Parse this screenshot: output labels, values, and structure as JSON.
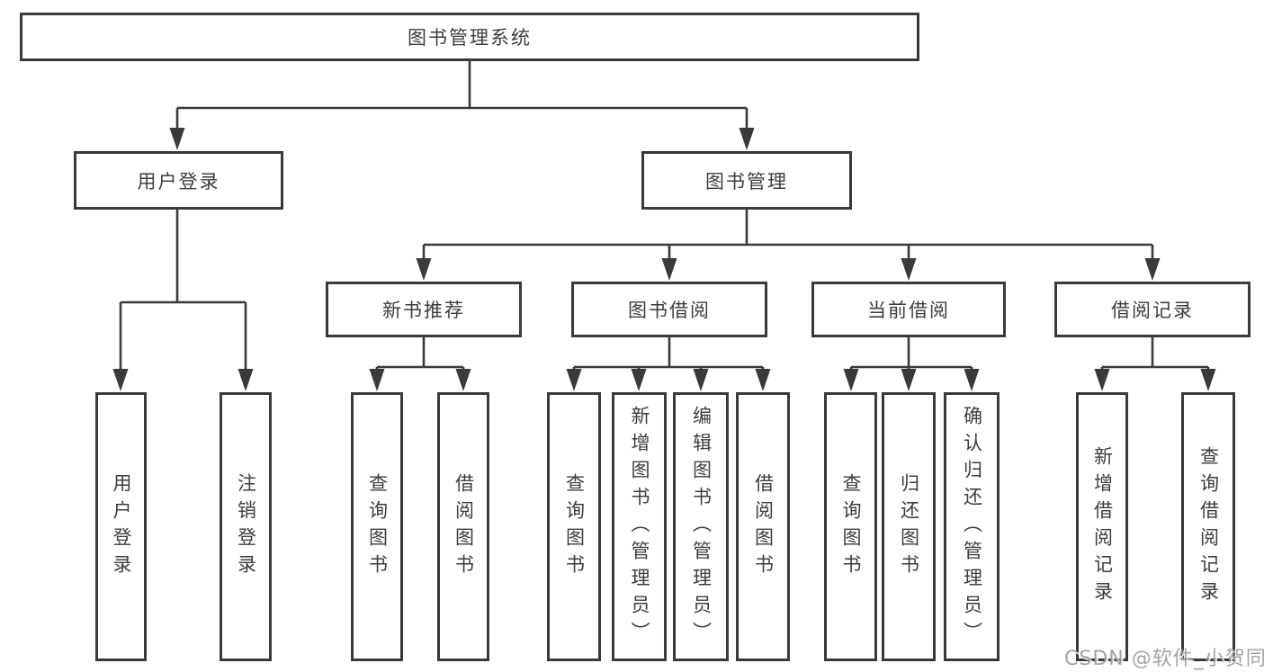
{
  "diagram": {
    "root": {
      "label": "图书管理系统"
    },
    "branches": [
      {
        "label": "用户登录",
        "children": [
          {
            "label": "用户登录"
          },
          {
            "label": "注销登录"
          }
        ]
      },
      {
        "label": "图书管理",
        "children": [
          {
            "label": "新书推荐",
            "children": [
              {
                "label": "查询图书"
              },
              {
                "label": "借阅图书"
              }
            ]
          },
          {
            "label": "图书借阅",
            "children": [
              {
                "label": "查询图书"
              },
              {
                "label": "新增图书（管理员）"
              },
              {
                "label": "编辑图书（管理员）"
              },
              {
                "label": "借阅图书"
              }
            ]
          },
          {
            "label": "当前借阅",
            "children": [
              {
                "label": "查询图书"
              },
              {
                "label": "归还图书"
              },
              {
                "label": "确认归还（管理员）"
              }
            ]
          },
          {
            "label": "借阅记录",
            "children": [
              {
                "label": "新增借阅记录"
              },
              {
                "label": "查询借阅记录"
              }
            ]
          }
        ]
      }
    ],
    "watermark": "CSDN @软件_小贺同学",
    "colors": {
      "line": "#3a3a3a",
      "text": "#3d3d3d",
      "watermark": "#969696",
      "background": "#ffffff"
    }
  }
}
